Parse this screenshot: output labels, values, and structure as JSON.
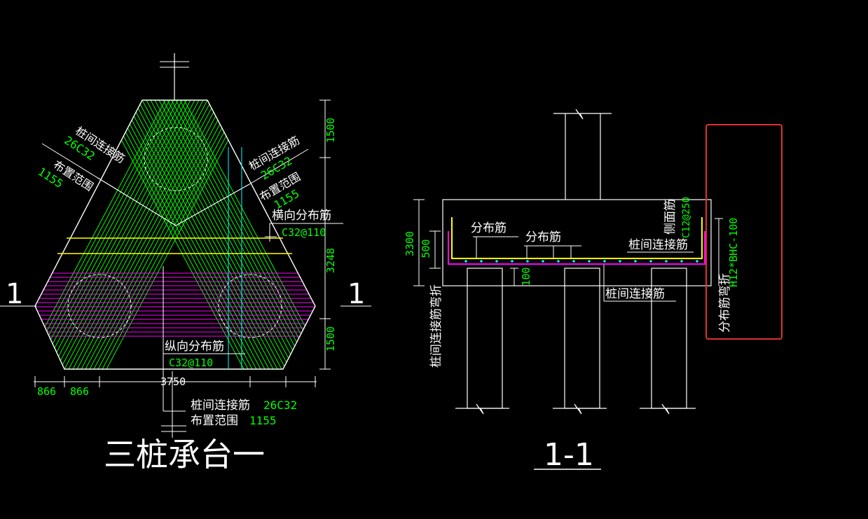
{
  "plan": {
    "title": "三桩承台一",
    "section_mark": "1",
    "labels": {
      "left_bar": "桩间连接筋",
      "left_bar_spec": "26C32",
      "left_range": "布置范围",
      "left_range_val": "1155",
      "right_bar": "桩间连接筋",
      "right_bar_spec": "26C32",
      "right_range": "布置范围",
      "right_range_val": "1155",
      "transverse": "横向分布筋",
      "transverse_spec": "C32@110",
      "longitudinal": "纵向分布筋",
      "longitudinal_spec": "C32@110",
      "bottom_bar": "桩间连接筋",
      "bottom_bar_spec": "26C32",
      "bottom_range": "布置范围",
      "bottom_range_val": "1155"
    },
    "dims": {
      "right_top": "1500",
      "right_mid": "3248",
      "right_bot": "1500",
      "bot_a": "866",
      "bot_b": "866",
      "bot_total": "3750"
    }
  },
  "section": {
    "title": "1-1",
    "labels": {
      "dist1": "分布筋",
      "dist2": "分布筋",
      "pile_conn": "桩间连接筋",
      "pile_conn_bottom": "桩间连接筋",
      "side_face": "侧面筋",
      "side_face_spec": "C12@250",
      "hoop": "H12*BHC-100",
      "bend": "分布筋弯折",
      "left_bend": "桩间连接筋弯折"
    },
    "dims": {
      "total": "3300",
      "top": "500",
      "cover": "100"
    }
  },
  "colors": {
    "background": "#000000",
    "line": "#ffffff",
    "rebar_green": "#00ff00",
    "rebar_magenta": "#ff00ff",
    "rebar_yellow": "#ffff00",
    "cyan": "#00ffff",
    "highlight_box": "#e03030"
  }
}
